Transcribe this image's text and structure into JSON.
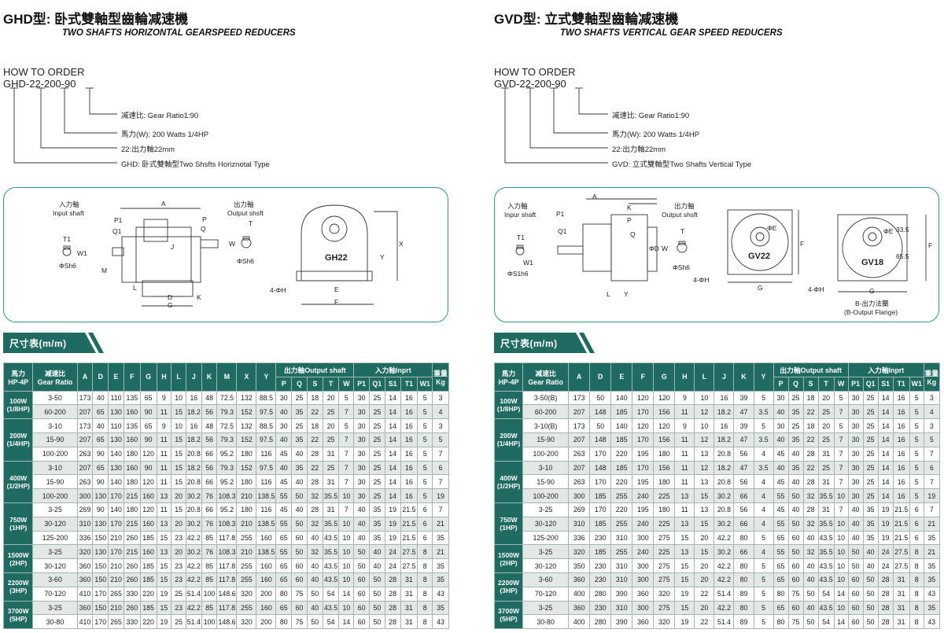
{
  "how_to_order_label": "HOW TO ORDER",
  "section_label": "尺寸表(m/m)",
  "header": {
    "power": "馬力",
    "hp": "HP-4P",
    "ratio_cn": "减速比",
    "ratio_en": "Gear Ratio",
    "out_label": "出力軸Output shaft",
    "weight_cn": "重量",
    "weight_en": "Kg"
  },
  "left": {
    "title": "GHD型: 卧式雙軸型齒輪减速機",
    "subtitle": "TWO SHAFTS HORIZONTAL GEARSPEED REDUCERS",
    "code": "GHD-22-200-90",
    "order": [
      "减速比: Gear Ratio1:90",
      "馬力(W): 200 Watts 1/4HP",
      "22:出力軸22mm",
      "GHD: 卧式雙軸型Two Shsfts Horiznotal Type"
    ],
    "diagram": {
      "input_cn": "入力軸",
      "input_en": "Input shaft",
      "output_cn": "出力軸",
      "output_en": "Output shsft",
      "model": "GH22",
      "in_dia": "ΦSh6",
      "out_dia": "ΦSh6",
      "hole": "4-ΦH",
      "dims": [
        "A",
        "P1",
        "Q1",
        "P",
        "Q",
        "T1",
        "W1",
        "J",
        "M",
        "L",
        "D",
        "G",
        "K",
        "T",
        "W",
        "X",
        "Y",
        "E",
        "F"
      ]
    },
    "in_label": "入力軸Inprt",
    "dim_cols": [
      "A",
      "D",
      "E",
      "F",
      "G",
      "H",
      "L",
      "J",
      "K",
      "M",
      "X",
      "Y"
    ],
    "shaft_cols": [
      "P",
      "Q",
      "S",
      "T",
      "W",
      "P1",
      "Q1",
      "S1",
      "T1",
      "W1"
    ],
    "groups": [
      {
        "p1": "100W",
        "p2": "(1/8HP)",
        "rows": [
          [
            "3-50",
            "173",
            "40",
            "110",
            "135",
            "65",
            "9",
            "10",
            "16",
            "48",
            "72.5",
            "132",
            "88.5",
            "30",
            "25",
            "18",
            "20",
            "5",
            "30",
            "25",
            "14",
            "16",
            "5",
            "3"
          ],
          [
            "60-200",
            "207",
            "65",
            "130",
            "160",
            "90",
            "11",
            "15",
            "18.2",
            "56",
            "79.3",
            "152",
            "97.5",
            "40",
            "35",
            "22",
            "25",
            "7",
            "30",
            "25",
            "14",
            "16",
            "5",
            "4"
          ]
        ]
      },
      {
        "p1": "200W",
        "p2": "(1/4HP)",
        "rows": [
          [
            "3-10",
            "173",
            "40",
            "110",
            "135",
            "65",
            "9",
            "10",
            "16",
            "48",
            "72.5",
            "132",
            "88.5",
            "30",
            "25",
            "18",
            "20",
            "5",
            "30",
            "25",
            "14",
            "16",
            "5",
            "3"
          ],
          [
            "15-90",
            "207",
            "65",
            "130",
            "160",
            "90",
            "11",
            "15",
            "18.2",
            "56",
            "79.3",
            "152",
            "97.5",
            "40",
            "35",
            "22",
            "25",
            "7",
            "30",
            "25",
            "14",
            "16",
            "5",
            "5"
          ],
          [
            "100-200",
            "263",
            "90",
            "140",
            "180",
            "120",
            "11",
            "15",
            "20.8",
            "66",
            "95.2",
            "180",
            "116",
            "45",
            "40",
            "28",
            "31",
            "7",
            "30",
            "25",
            "14",
            "16",
            "5",
            "7"
          ]
        ]
      },
      {
        "p1": "400W",
        "p2": "(1/2HP)",
        "rows": [
          [
            "3-10",
            "207",
            "65",
            "130",
            "160",
            "90",
            "11",
            "15",
            "18.2",
            "56",
            "79.3",
            "152",
            "97.5",
            "40",
            "35",
            "22",
            "25",
            "7",
            "30",
            "25",
            "14",
            "16",
            "5",
            "6"
          ],
          [
            "15-90",
            "263",
            "90",
            "140",
            "180",
            "120",
            "11",
            "15",
            "20.8",
            "66",
            "95.2",
            "180",
            "116",
            "45",
            "40",
            "28",
            "31",
            "7",
            "30",
            "25",
            "14",
            "16",
            "5",
            "7"
          ],
          [
            "100-200",
            "300",
            "130",
            "170",
            "215",
            "160",
            "13",
            "20",
            "30.2",
            "76",
            "108.3",
            "210",
            "138.5",
            "55",
            "50",
            "32",
            "35.5",
            "10",
            "30",
            "25",
            "14",
            "16",
            "5",
            "19"
          ]
        ]
      },
      {
        "p1": "750W",
        "p2": "(1HP)",
        "rows": [
          [
            "3-25",
            "269",
            "90",
            "140",
            "180",
            "120",
            "11",
            "15",
            "20.8",
            "66",
            "95.2",
            "180",
            "116",
            "45",
            "40",
            "28",
            "31",
            "7",
            "40",
            "35",
            "19",
            "21.5",
            "6",
            "7"
          ],
          [
            "30-120",
            "310",
            "130",
            "170",
            "215",
            "160",
            "13",
            "20",
            "30.2",
            "76",
            "108.3",
            "210",
            "138.5",
            "55",
            "50",
            "32",
            "35.5",
            "10",
            "40",
            "35",
            "19",
            "21.5",
            "6",
            "21"
          ],
          [
            "125-200",
            "336",
            "150",
            "210",
            "260",
            "185",
            "15",
            "23",
            "42.2",
            "85",
            "117.8",
            "255",
            "160",
            "65",
            "60",
            "40",
            "43.5",
            "10",
            "40",
            "35",
            "19",
            "21.5",
            "6",
            "35"
          ]
        ]
      },
      {
        "p1": "1500W",
        "p2": "(2HP)",
        "rows": [
          [
            "3-25",
            "320",
            "130",
            "170",
            "215",
            "160",
            "13",
            "20",
            "30.2",
            "76",
            "108.3",
            "210",
            "138.5",
            "55",
            "50",
            "32",
            "35.5",
            "10",
            "50",
            "40",
            "24",
            "27.5",
            "8",
            "21"
          ],
          [
            "30-120",
            "360",
            "150",
            "210",
            "260",
            "185",
            "15",
            "23",
            "42.2",
            "85",
            "117.8",
            "255",
            "160",
            "65",
            "60",
            "40",
            "43.5",
            "10",
            "50",
            "40",
            "24",
            "27.5",
            "8",
            "35"
          ]
        ]
      },
      {
        "p1": "2200W",
        "p2": "(3HP)",
        "rows": [
          [
            "3-60",
            "360",
            "150",
            "210",
            "260",
            "185",
            "15",
            "23",
            "42.2",
            "85",
            "117.8",
            "255",
            "160",
            "65",
            "60",
            "40",
            "43.5",
            "10",
            "60",
            "50",
            "28",
            "31",
            "8",
            "35"
          ],
          [
            "70-120",
            "410",
            "170",
            "265",
            "330",
            "220",
            "19",
            "25",
            "51.4",
            "100",
            "148.6",
            "320",
            "200",
            "80",
            "75",
            "50",
            "54",
            "14",
            "60",
            "50",
            "28",
            "31",
            "8",
            "43"
          ]
        ]
      },
      {
        "p1": "3700W",
        "p2": "(5HP)",
        "rows": [
          [
            "3-25",
            "360",
            "150",
            "210",
            "260",
            "185",
            "15",
            "23",
            "42.2",
            "85",
            "117.8",
            "255",
            "160",
            "65",
            "60",
            "40",
            "43.5",
            "10",
            "60",
            "50",
            "28",
            "31",
            "8",
            "35"
          ],
          [
            "30-80",
            "410",
            "170",
            "265",
            "330",
            "220",
            "19",
            "25",
            "51.4",
            "100",
            "148.6",
            "320",
            "200",
            "80",
            "75",
            "50",
            "54",
            "14",
            "60",
            "50",
            "28",
            "31",
            "8",
            "43"
          ]
        ]
      }
    ]
  },
  "right": {
    "title": "GVD型: 立式雙軸型齒輪减速機",
    "subtitle": "TWO SHAFTS VERTICAL GEAR SPEED REDUCERS",
    "code": "GVD-22-200-90",
    "order": [
      "减速比: Gear Ratio1:90",
      "馬力(W): 200 Watts 1/4HP",
      "22:出力軸22mm",
      "GVD: 立式雙軸型Two Shafts Vertical Type"
    ],
    "diagram": {
      "input_cn": "入力軸",
      "input_en": "Inpur shaft",
      "output_cn": "出力軸",
      "output_en": "Output shsft",
      "model1": "GV22",
      "model2": "GV18",
      "in_dia": "ΦS1h6",
      "out_dia": "ΦSh6",
      "hole1": "4-ΦH",
      "hole2": "4-ΦH",
      "flange_cn": "B-出力法蘭",
      "flange_en": "(B-Output Flange)",
      "d33": "33.5",
      "d65": "65.5",
      "dims": [
        "A",
        "K",
        "P1",
        "P",
        "Q1",
        "Q",
        "T1",
        "W1",
        "ΦD",
        "T",
        "W",
        "L",
        "Y",
        "ΦE",
        "F",
        "G"
      ]
    },
    "in_label": "入力軸Inprt",
    "dim_cols": [
      "A",
      "D",
      "E",
      "F",
      "G",
      "H",
      "L",
      "J",
      "K",
      "Y"
    ],
    "shaft_cols": [
      "P",
      "Q",
      "S",
      "T",
      "W",
      "P1",
      "Q1",
      "S1",
      "T1",
      "W1"
    ],
    "groups": [
      {
        "p1": "100W",
        "p2": "(1/8HP)",
        "rows": [
          [
            "3-50(B)",
            "173",
            "50",
            "140",
            "120",
            "120",
            "9",
            "10",
            "16",
            "39",
            "5",
            "30",
            "25",
            "18",
            "20",
            "5",
            "30",
            "25",
            "14",
            "16",
            "5",
            "3"
          ],
          [
            "60-200",
            "207",
            "148",
            "185",
            "170",
            "156",
            "11",
            "12",
            "18.2",
            "47",
            "3.5",
            "40",
            "35",
            "22",
            "25",
            "7",
            "30",
            "25",
            "14",
            "16",
            "5",
            "4"
          ]
        ]
      },
      {
        "p1": "200W",
        "p2": "(1/4HP)",
        "rows": [
          [
            "3-10(B)",
            "173",
            "50",
            "140",
            "120",
            "120",
            "9",
            "10",
            "16",
            "39",
            "5",
            "30",
            "25",
            "18",
            "20",
            "5",
            "30",
            "25",
            "14",
            "16",
            "5",
            "3"
          ],
          [
            "15-90",
            "207",
            "148",
            "185",
            "170",
            "156",
            "11",
            "12",
            "18.2",
            "47",
            "3.5",
            "40",
            "35",
            "22",
            "25",
            "7",
            "30",
            "25",
            "14",
            "16",
            "5",
            "5"
          ],
          [
            "100-200",
            "263",
            "170",
            "220",
            "195",
            "180",
            "11",
            "13",
            "20.8",
            "56",
            "4",
            "45",
            "40",
            "28",
            "31",
            "7",
            "30",
            "25",
            "14",
            "16",
            "5",
            "7"
          ]
        ]
      },
      {
        "p1": "400W",
        "p2": "(1/2HP)",
        "rows": [
          [
            "3-10",
            "207",
            "148",
            "185",
            "170",
            "156",
            "11",
            "12",
            "18.2",
            "47",
            "3.5",
            "40",
            "35",
            "22",
            "25",
            "7",
            "30",
            "25",
            "14",
            "16",
            "5",
            "6"
          ],
          [
            "15-90",
            "263",
            "170",
            "220",
            "195",
            "180",
            "11",
            "13",
            "20.8",
            "56",
            "4",
            "45",
            "40",
            "28",
            "31",
            "7",
            "30",
            "25",
            "14",
            "16",
            "5",
            "7"
          ],
          [
            "100-200",
            "300",
            "185",
            "255",
            "240",
            "225",
            "13",
            "15",
            "30.2",
            "66",
            "4",
            "55",
            "50",
            "32",
            "35.5",
            "10",
            "30",
            "25",
            "14",
            "16",
            "5",
            "19"
          ]
        ]
      },
      {
        "p1": "750W",
        "p2": "(1HP)",
        "rows": [
          [
            "3-25",
            "269",
            "170",
            "220",
            "195",
            "180",
            "11",
            "13",
            "20.8",
            "56",
            "4",
            "45",
            "40",
            "28",
            "31",
            "7",
            "40",
            "35",
            "19",
            "21.5",
            "6",
            "7"
          ],
          [
            "30-120",
            "310",
            "185",
            "255",
            "240",
            "225",
            "13",
            "15",
            "30.2",
            "66",
            "4",
            "55",
            "50",
            "32",
            "35.5",
            "10",
            "40",
            "35",
            "19",
            "21.5",
            "6",
            "21"
          ],
          [
            "125-200",
            "336",
            "230",
            "310",
            "300",
            "275",
            "15",
            "20",
            "42.2",
            "80",
            "5",
            "65",
            "60",
            "40",
            "43.5",
            "10",
            "40",
            "35",
            "19",
            "21.5",
            "6",
            "35"
          ]
        ]
      },
      {
        "p1": "1500W",
        "p2": "(2HP)",
        "rows": [
          [
            "3-25",
            "320",
            "185",
            "255",
            "240",
            "225",
            "13",
            "15",
            "30.2",
            "66",
            "4",
            "55",
            "50",
            "32",
            "35.5",
            "10",
            "50",
            "40",
            "24",
            "27.5",
            "8",
            "21"
          ],
          [
            "30-120",
            "350",
            "230",
            "310",
            "300",
            "275",
            "15",
            "20",
            "42.2",
            "80",
            "5",
            "65",
            "60",
            "40",
            "43.5",
            "10",
            "50",
            "40",
            "24",
            "27.5",
            "8",
            "35"
          ]
        ]
      },
      {
        "p1": "2200W",
        "p2": "(3HP)",
        "rows": [
          [
            "3-60",
            "360",
            "230",
            "310",
            "300",
            "275",
            "15",
            "20",
            "42.2",
            "80",
            "5",
            "65",
            "60",
            "40",
            "43.5",
            "10",
            "60",
            "50",
            "28",
            "31",
            "8",
            "35"
          ],
          [
            "70-120",
            "400",
            "280",
            "390",
            "360",
            "320",
            "19",
            "22",
            "51.4",
            "89",
            "5",
            "80",
            "75",
            "50",
            "54",
            "14",
            "60",
            "50",
            "28",
            "31",
            "8",
            "43"
          ]
        ]
      },
      {
        "p1": "3700W",
        "p2": "(5HP)",
        "rows": [
          [
            "3-25",
            "360",
            "230",
            "310",
            "300",
            "275",
            "15",
            "20",
            "42.2",
            "80",
            "5",
            "65",
            "60",
            "40",
            "43.5",
            "10",
            "60",
            "50",
            "28",
            "31",
            "8",
            "35"
          ],
          [
            "30-80",
            "400",
            "280",
            "390",
            "360",
            "320",
            "19",
            "22",
            "51.4",
            "89",
            "5",
            "80",
            "75",
            "50",
            "54",
            "14",
            "60",
            "50",
            "28",
            "31",
            "8",
            "43"
          ]
        ]
      }
    ]
  }
}
